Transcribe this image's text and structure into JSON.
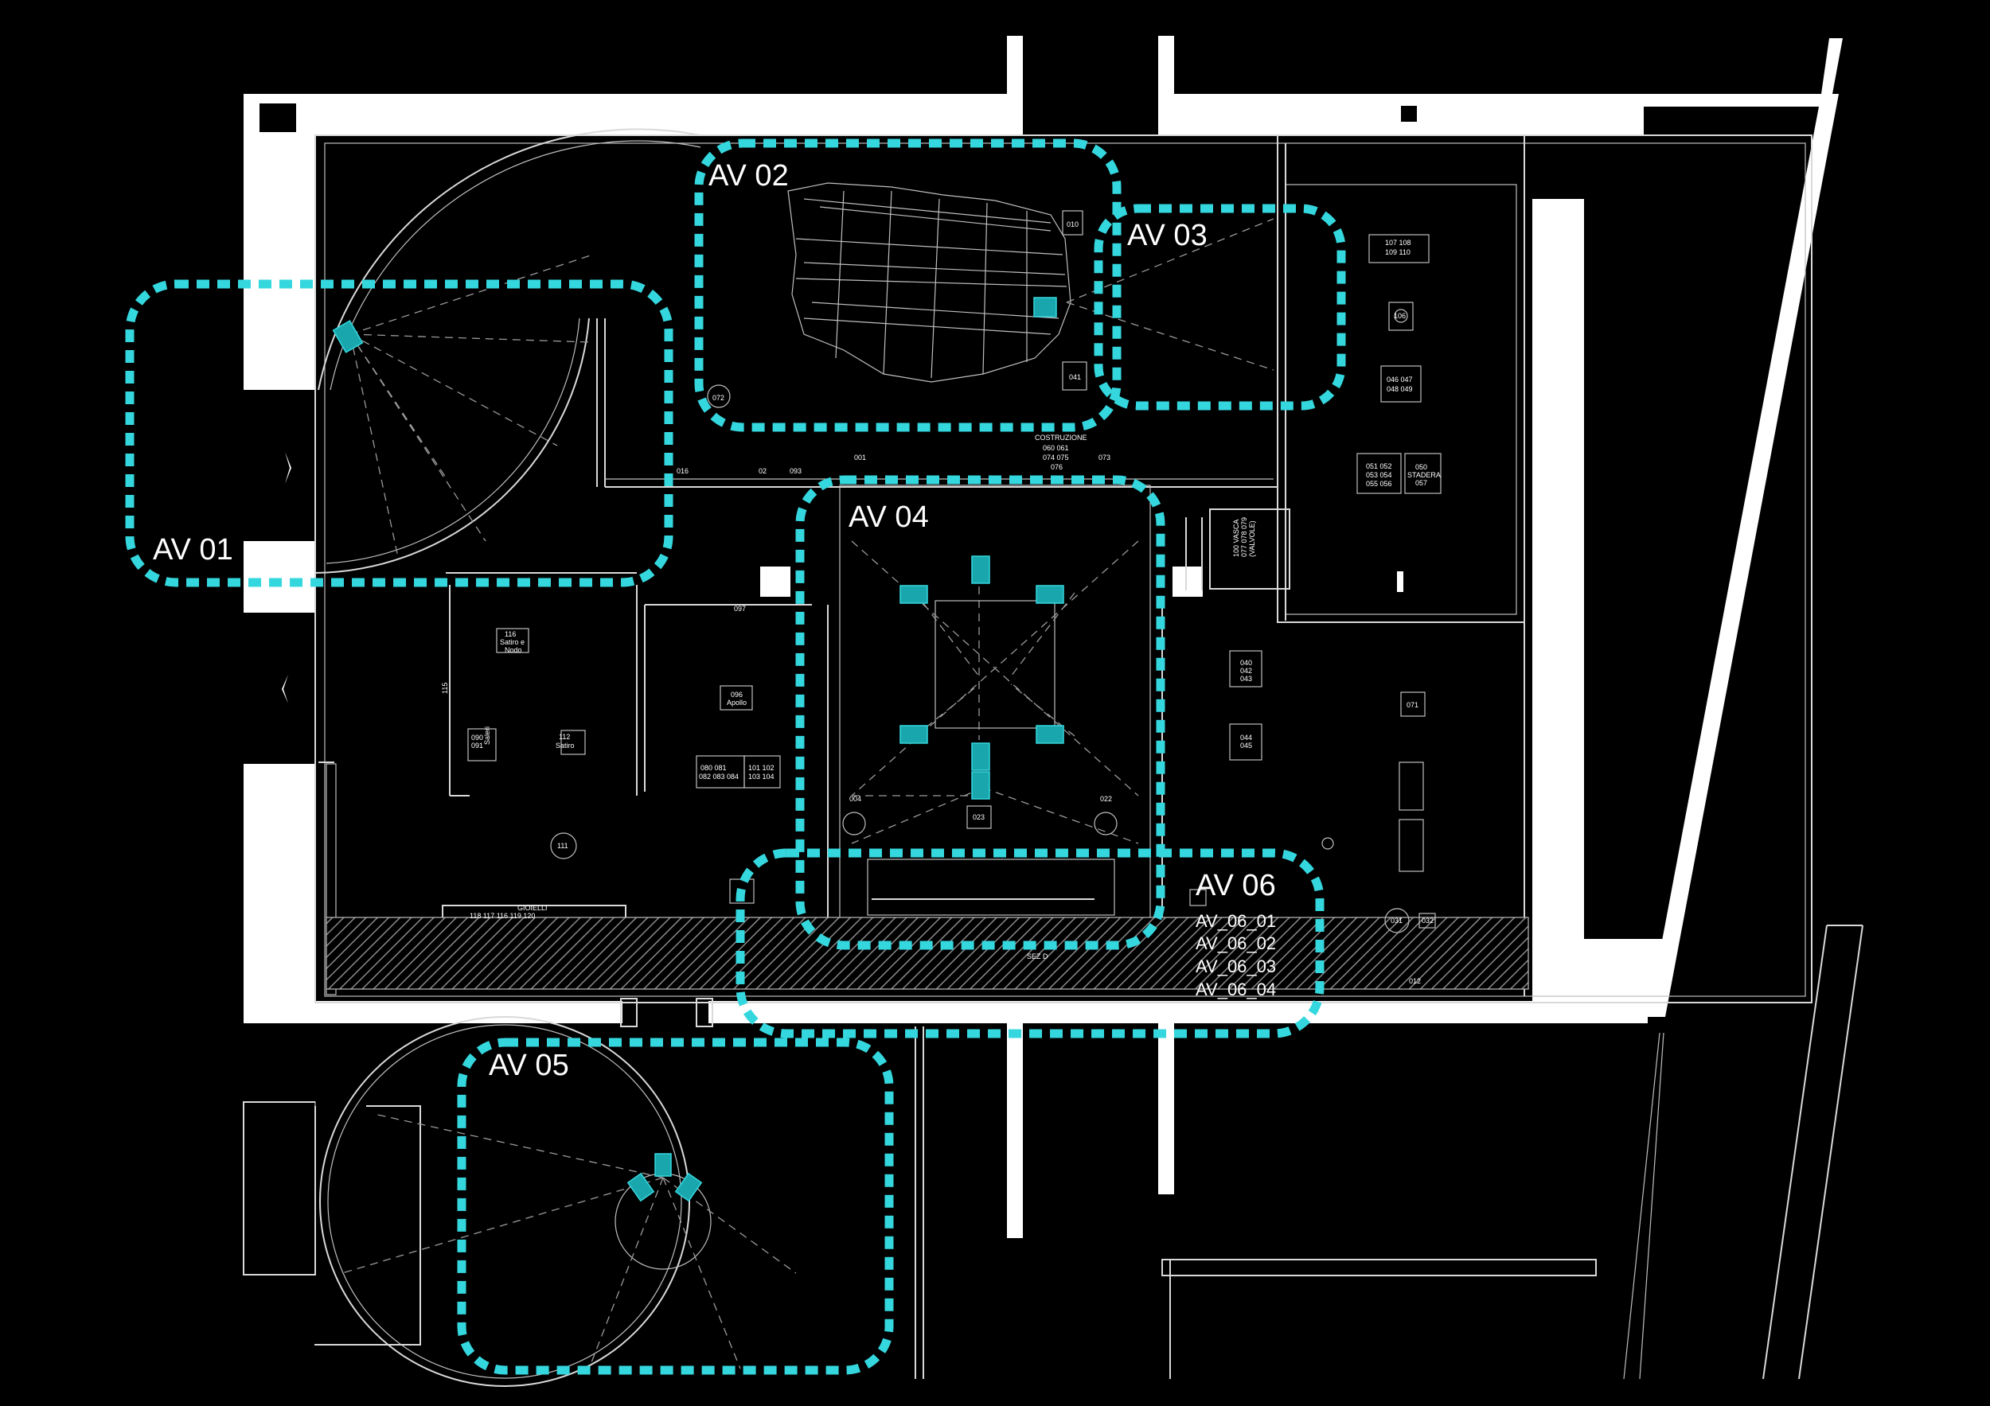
{
  "zones": [
    {
      "id": "av01",
      "label": "AV 01"
    },
    {
      "id": "av02",
      "label": "AV 02"
    },
    {
      "id": "av03",
      "label": "AV 03"
    },
    {
      "id": "av04",
      "label": "AV 04"
    },
    {
      "id": "av05",
      "label": "AV 05"
    },
    {
      "id": "av06",
      "label": "AV 06"
    }
  ],
  "av06_subitems": [
    "AV_06_01",
    "AV_06_02",
    "AV_06_03",
    "AV_06_04"
  ],
  "room_labels": {
    "costruzione": "COSTRUZIONE",
    "costruzione_codes_1": "060 061",
    "costruzione_codes_2": "074 075",
    "costruzione_codes_3": "076",
    "stadera": "STADERA",
    "stadera_code_top": "050",
    "stadera_code_bottom": "057",
    "vasca_1": "100 VASCA",
    "vasca_2": "077 078 079",
    "vasca_3": "(VALVOLE)",
    "satiro_nodo_1": "116",
    "satiro_nodo_2": "Satiro e",
    "satiro_nodo_3": "Nodo",
    "apollo_1": "096",
    "apollo_2": "Apollo",
    "satiro_1": "112",
    "satiro_2": "Satiro",
    "gioielli": "GIOIELLI",
    "gioielli_codes": "118 117 116 119 120",
    "sez_d": "SEZ D",
    "code_010": "010",
    "code_041": "041",
    "code_072": "072",
    "code_106": "106",
    "codes_107": "107 108",
    "codes_109": "109 110",
    "codes_046": "046 047",
    "codes_048": "048 049",
    "codes_051": "051 052",
    "codes_053": "053 054",
    "codes_055": "055 056",
    "codes_040": "040",
    "codes_042": "042",
    "codes_043": "043",
    "codes_044": "044",
    "codes_045": "045",
    "code_071": "071",
    "code_031": "031",
    "code_032": "032",
    "code_012": "012",
    "codes_080": "080 081",
    "codes_082": "082 083 084",
    "codes_101": "101 102",
    "codes_103": "103 104",
    "code_111": "111",
    "code_023": "023",
    "code_004": "004",
    "code_022": "022",
    "code_001": "001",
    "code_073": "073",
    "code_016": "016",
    "code_02": "02",
    "code_093": "093",
    "code_097": "097",
    "code_115": "115",
    "codes_090": "090",
    "codes_091": "091",
    "codes_saleri": "Saleri"
  },
  "colors": {
    "zone_accent": "#35d7de",
    "camera_fill": "#1aa6ad",
    "background": "#000000",
    "wall": "#ffffff"
  },
  "icons": [
    "camera-icon",
    "entry-arrow-icon"
  ]
}
